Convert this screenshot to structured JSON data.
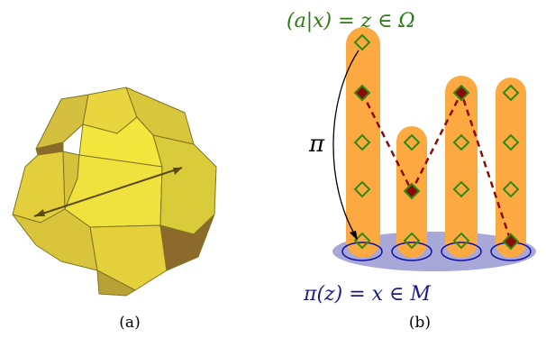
{
  "panel_a": {
    "caption": "(a)",
    "colors": {
      "face_light": "#f2e23a",
      "face_mid": "#e6d13b",
      "face_dark": "#c9b33d",
      "face_shadow": "#8b6a2c",
      "edge": "#7f7420",
      "arrow": "#5a4a10"
    }
  },
  "panel_b": {
    "caption": "(b)",
    "top_label": "(a|x) = z ∈ Ω",
    "bottom_label": "π(z) = x ∈ M",
    "projection_label": "π",
    "colors": {
      "fiber": "#fba940",
      "base": "#a8a8d8",
      "base_circle": "#1010a0",
      "point_open": "#2f8a12",
      "point_filled": "#8b0b0b",
      "path": "#8b0b0b",
      "top_label": "#2a7a10",
      "bottom_label": "#1a1a8a"
    }
  }
}
